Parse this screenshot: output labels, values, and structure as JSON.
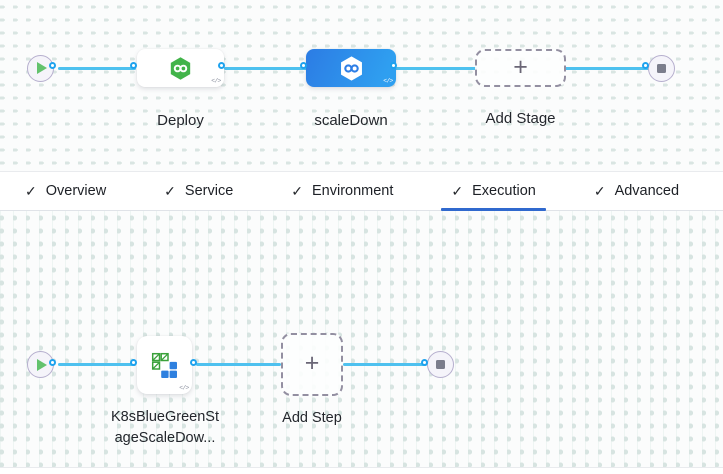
{
  "stage_pipeline": {
    "stages": [
      {
        "name": "Deploy",
        "icon": "cd-hexagon",
        "selected": false
      },
      {
        "name": "scaleDown",
        "icon": "cd-hexagon",
        "selected": true
      }
    ],
    "add_stage": {
      "label": "Add Stage"
    }
  },
  "tab_bar": {
    "tabs": [
      {
        "label": "Overview",
        "checked": true,
        "active": false
      },
      {
        "label": "Service",
        "checked": true,
        "active": false
      },
      {
        "label": "Environment",
        "checked": true,
        "active": false
      },
      {
        "label": "Execution",
        "checked": true,
        "active": true
      },
      {
        "label": "Advanced",
        "checked": true,
        "active": false
      }
    ]
  },
  "execution_pipeline": {
    "steps": [
      {
        "name": "K8sBlueGreenStageScaleDow...",
        "display_line1": "K8sBlueGreenSt",
        "display_line2": "ageScaleDow...",
        "icon": "k8s-blue-green"
      }
    ],
    "add_step": {
      "label": "Add Step"
    }
  },
  "icons": {
    "check": "✓",
    "plus": "+",
    "code": "</>"
  },
  "colors": {
    "edge_blue": "#4ec1ef",
    "connector_ring": "#1ea2ee",
    "selected_stage_gradient_start": "#2c7ce4",
    "selected_stage_gradient_end": "#2f9ff0",
    "deploy_green": "#42b44a",
    "k8s_green": "#3aa13a",
    "k8s_blue": "#2e80df",
    "play_green": "#63c26d",
    "tab_underline": "#3069ce",
    "canvas_bg": "#fbfcfc"
  }
}
